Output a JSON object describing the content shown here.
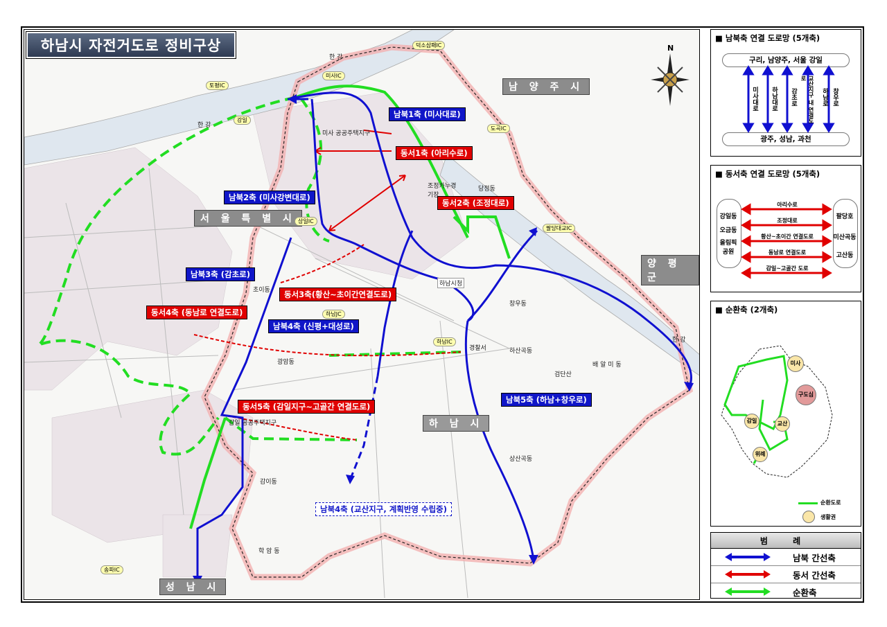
{
  "title": "하남시 자전거도로 정비구상",
  "compass": "N",
  "colors": {
    "ns": "#1010d0",
    "ew": "#e00000",
    "loop": "#22dd22",
    "boundary": "#f3b0b0"
  },
  "map_labels": {
    "ns1": "남북1축 (미사대로)",
    "ew1": "동서1축 (아리수로)",
    "ns2": "남북2축 (미사강변대로)",
    "ew2": "동서2축 (조정대로)",
    "ns3": "남북3축 (감초로)",
    "ew3": "동서3축(황산~초이간연결도로)",
    "ew4": "동서4축 (동남로 연결도로)",
    "ns4": "남북4축 (신평+대성로)",
    "ew5": "동서5축 (감일지구~고골간 연결도로)",
    "ns5": "남북5축 (하남+창우로)",
    "ns4b": "남북4축 (교산지구, 계획반영 수립중)"
  },
  "places": {
    "hangang1": "한 강",
    "hangang2": "한 강",
    "hangang3": "한 강",
    "namyangju": "남 양 주 시",
    "seoul": "서 울 특 별 시",
    "yangpyeong": "양 평 군",
    "hanam": "하 남 시",
    "seongnam": "성 남 시",
    "misa_ic": "미사IC",
    "tokpyeong_ic": "토평IC",
    "deokso_ic": "덕소삼패IC",
    "dosim_ic": "도곡IC",
    "paldang_ic": "팔당대교IC",
    "hanam_ic": "하남IC",
    "hanam_jc": "하남JC",
    "songpa_ic": "송파IC",
    "sanggok": "상일IC",
    "gangil": "강일",
    "cityhall": "하남시청",
    "police": "경찰서",
    "joj": "조정카누경기장",
    "misa_zone": "미사 공공주택지구",
    "gamil_zone": "감일 공공주택지구",
    "sangsan": "상산곡동",
    "hasan": "하산곡동",
    "baealmi": "배 알 미 동",
    "changu": "창우동",
    "choi": "초이동",
    "gwangam": "광암동",
    "hagsan": "학 암 동",
    "gamidong": "감이동",
    "geomdan": "검단산",
    "danggeong": "당정동"
  },
  "panel_ns": {
    "title": "■  남북축 연결 도로망 (5개축)",
    "top": "구리, 남양주, 서울 강일",
    "bottom": "광주, 성남, 과천",
    "roads": [
      "미사대로",
      "하남대로",
      "감초로",
      "교산지구 내 연결도로",
      "하남로",
      "창우로"
    ]
  },
  "panel_ew": {
    "title": "■  동서축 연결 도로망 (5개축)",
    "left": [
      "강일동",
      "오금동",
      "올림픽 공원"
    ],
    "right": [
      "팔당호",
      "미산곡동",
      "고산동"
    ],
    "roads": [
      "아리수로",
      "조정대로",
      "황산~초이간 연결도로",
      "동남로 연결도로",
      "감일~고골간 도로"
    ]
  },
  "panel_loop": {
    "title": "■  순환축 (2개축)",
    "bubbles": [
      "미사",
      "구도심",
      "감일",
      "교산",
      "위례"
    ],
    "legend_loop": "순환도로",
    "legend_zone": "생활권"
  },
  "legend": {
    "title": "범 례",
    "items": [
      "남북 간선축",
      "동서 간선축",
      "순환축"
    ]
  }
}
